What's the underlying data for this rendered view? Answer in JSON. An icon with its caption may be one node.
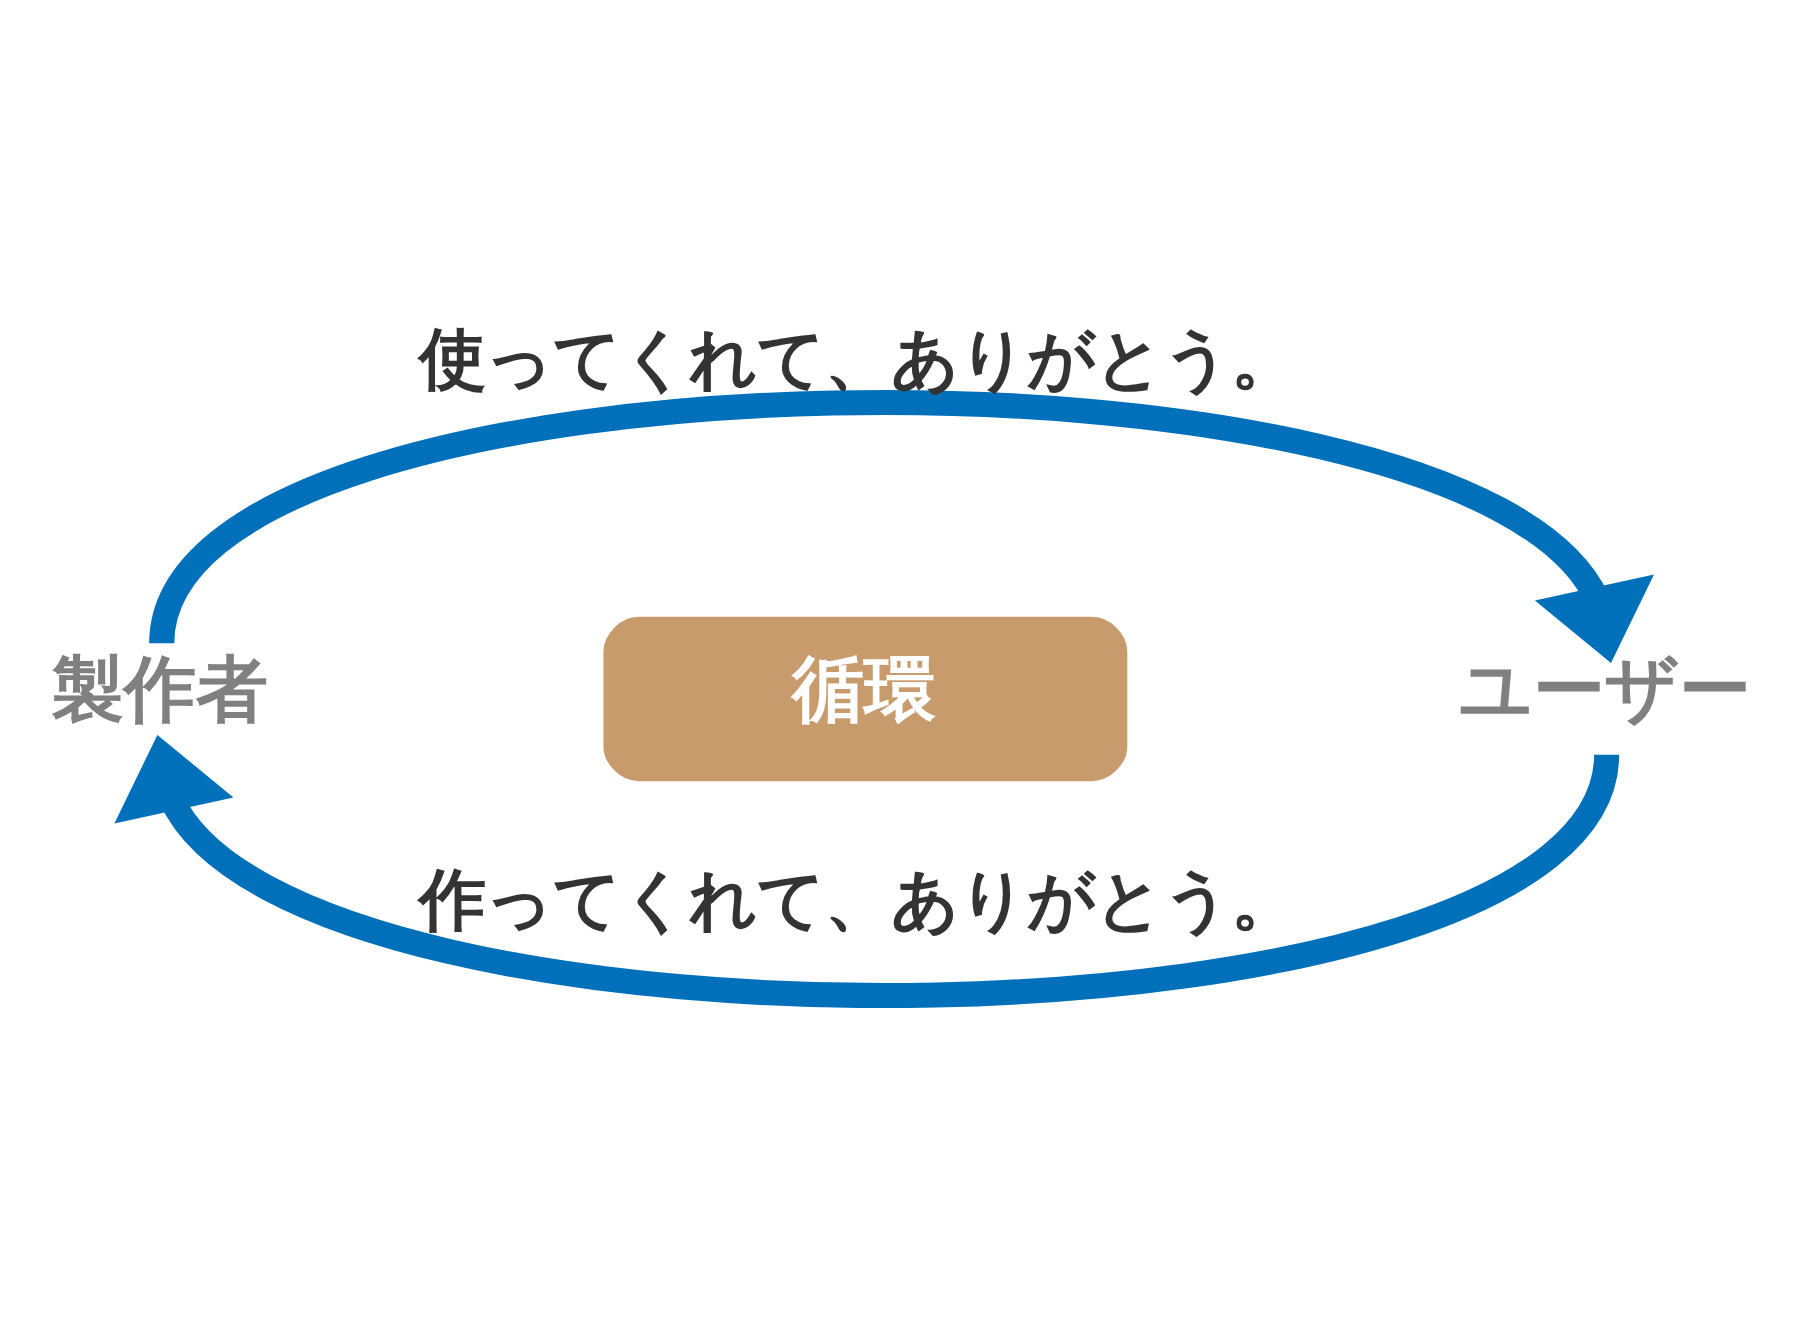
{
  "diagram": {
    "nodes": [
      {
        "text": [
          "製作者"
        ]
      },
      {
        "text": [
          "循環"
        ]
      },
      {
        "text": [
          "ユーザー"
        ]
      }
    ],
    "edges": [
      {
        "from": 0,
        "to": 2,
        "arrow": "to",
        "label": "使ってくれて、ありがとう。"
      },
      {
        "from": 2,
        "to": 0,
        "arrow": "to",
        "label": "作ってくれて、ありがとう。"
      }
    ]
  }
}
